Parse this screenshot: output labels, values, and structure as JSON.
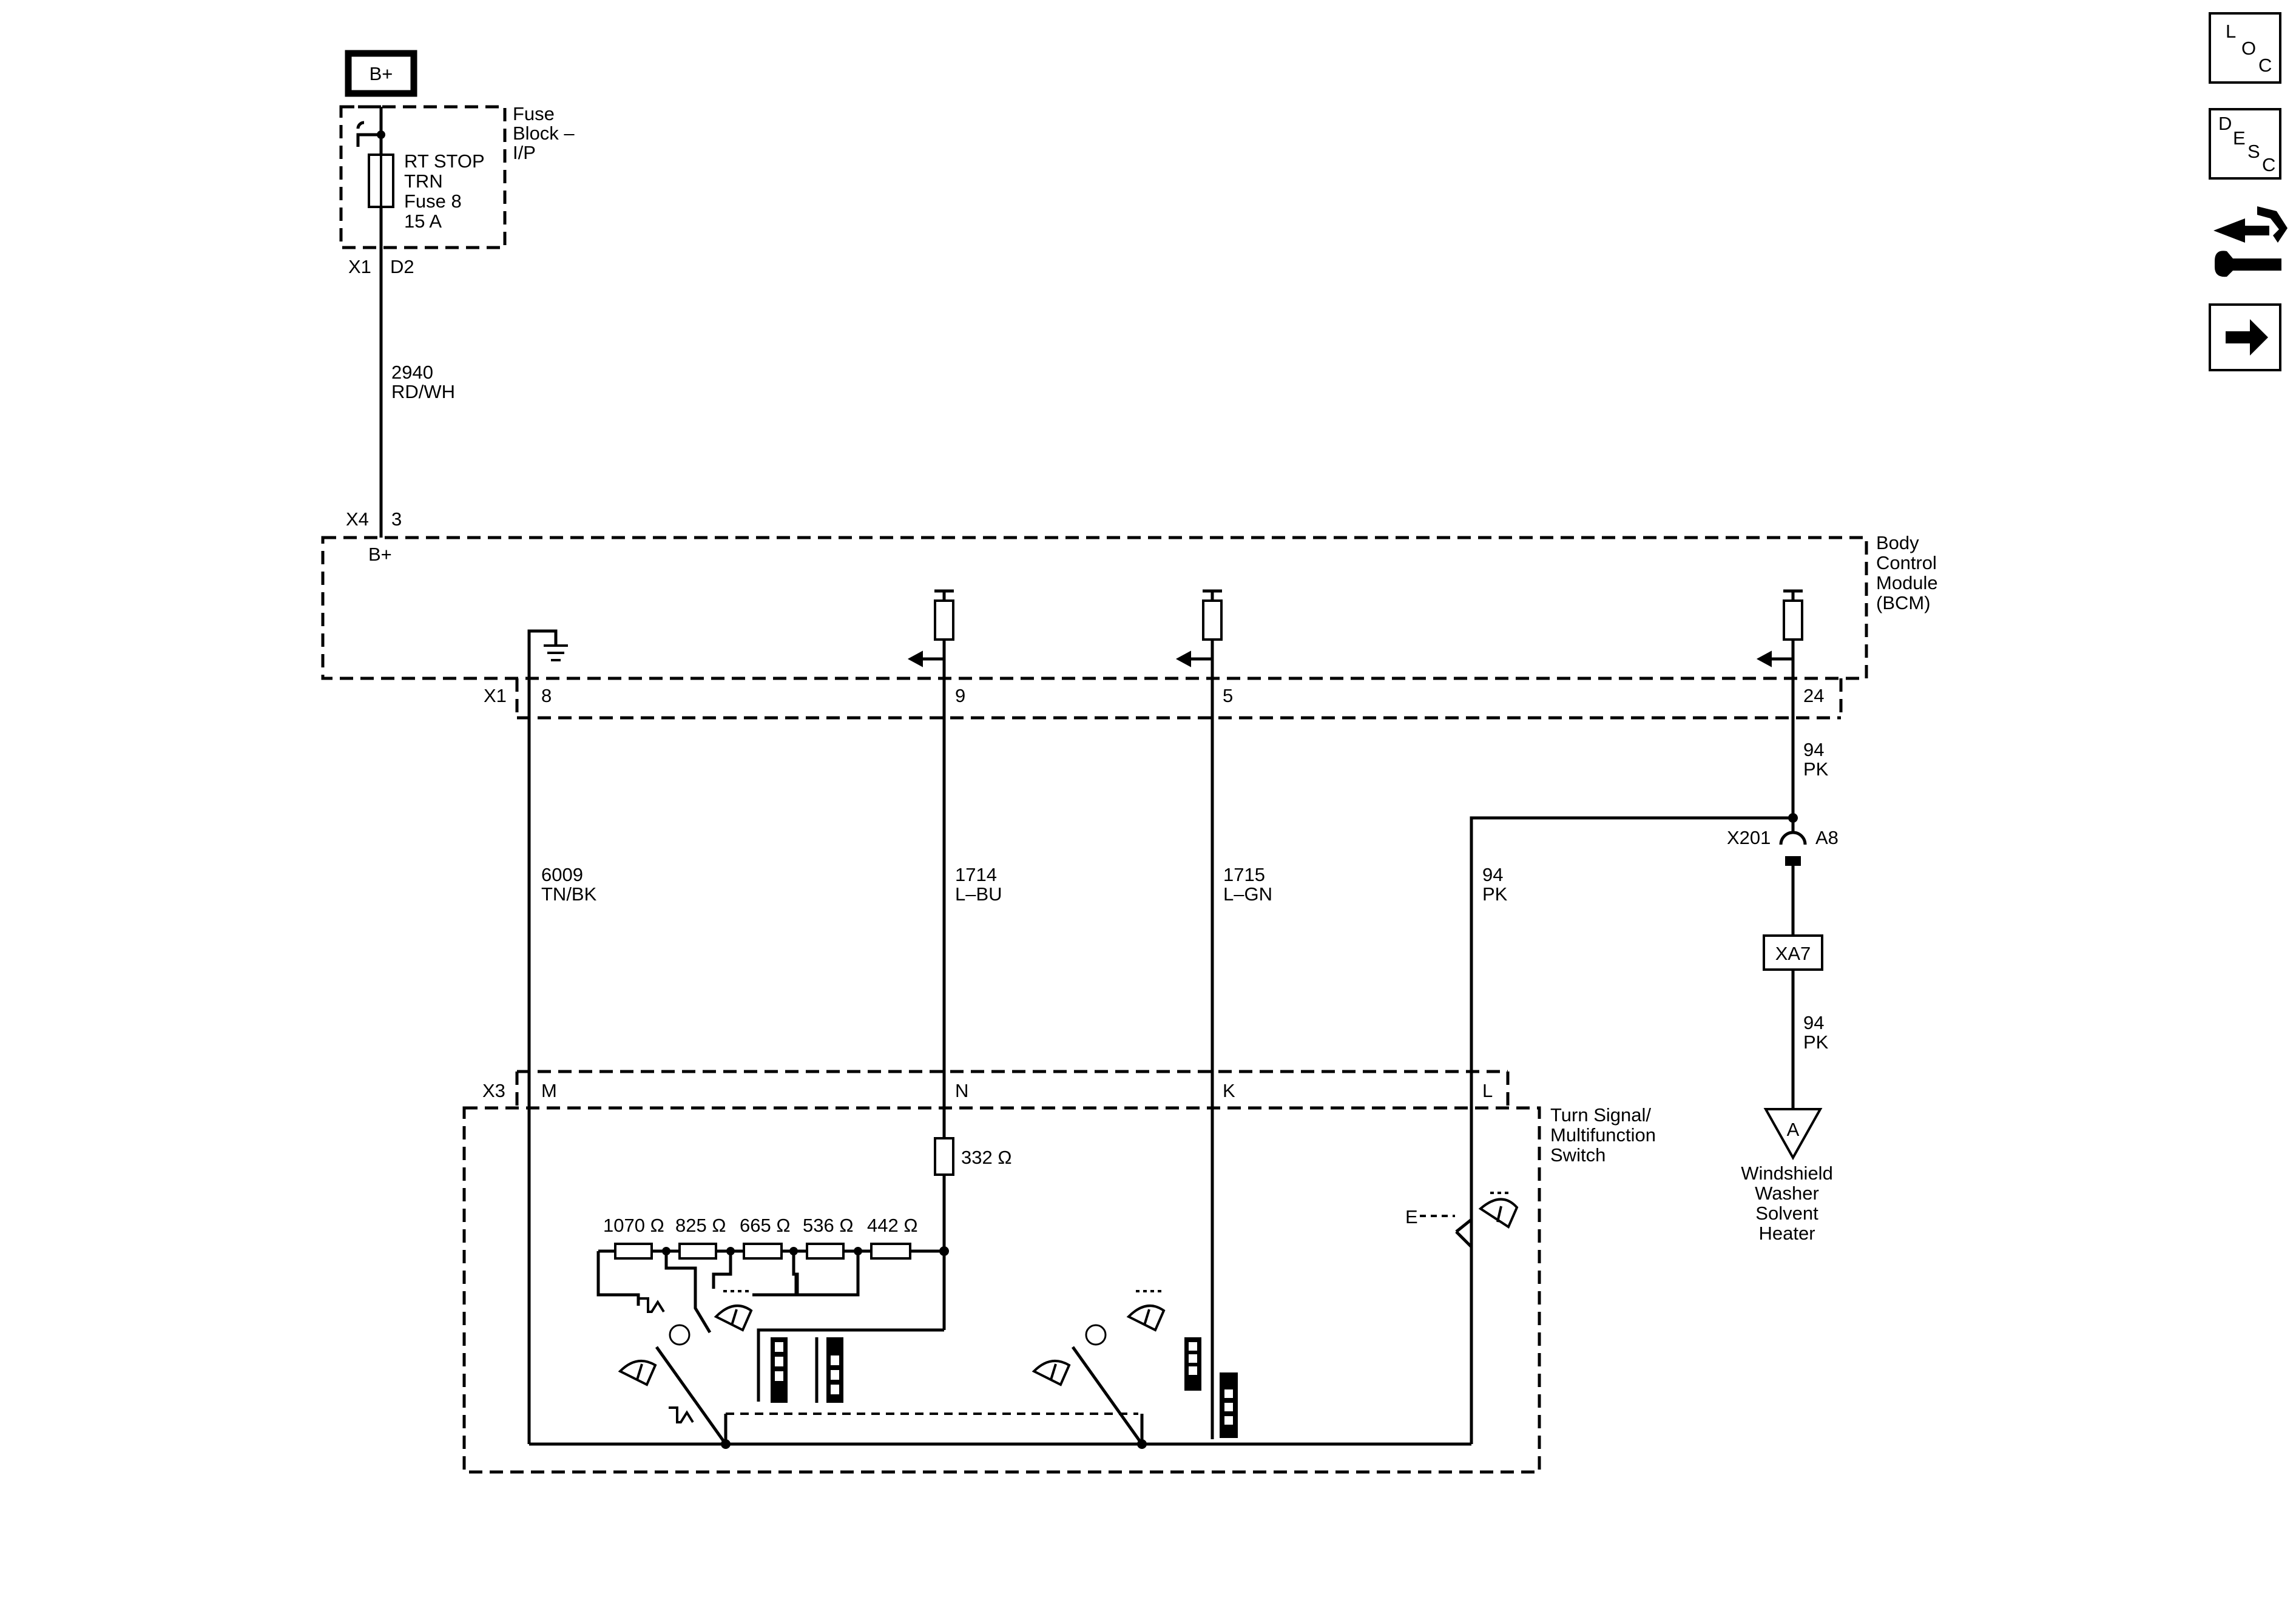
{
  "supply": {
    "label": "B+"
  },
  "fuse_block": {
    "name_lines": [
      "Fuse",
      "Block –",
      "I/P"
    ],
    "fuse_lines": [
      "RT STOP",
      "TRN",
      "Fuse 8",
      "15 A"
    ],
    "connector": "X1",
    "pin": "D2"
  },
  "wire_2940": {
    "lines": [
      "2940",
      "RD/WH"
    ]
  },
  "bcm": {
    "name_lines": [
      "Body",
      "Control",
      "Module",
      "(BCM)"
    ],
    "input_connector": "X4",
    "input_pin": "3",
    "input_label": "B+",
    "output_connector": "X1",
    "pins": {
      "ground": "8",
      "p9": "9",
      "p5": "5",
      "p24": "24"
    }
  },
  "wires": {
    "w6009": [
      "6009",
      "TN/BK"
    ],
    "w1714": [
      "1714",
      "L–BU"
    ],
    "w1715": [
      "1715",
      "L–GN"
    ],
    "w94_switch": [
      "94",
      "PK"
    ],
    "w94_upper": [
      "94",
      "PK"
    ],
    "w94_lower": [
      "94",
      "PK"
    ]
  },
  "inline_connector": {
    "name": "X201",
    "pin": "A8"
  },
  "xa7": {
    "label": "XA7"
  },
  "destination": {
    "letter": "A",
    "lines": [
      "Windshield",
      "Washer",
      "Solvent",
      "Heater"
    ]
  },
  "switch": {
    "name_lines": [
      "Turn Signal/",
      "Multifunction",
      "Switch"
    ],
    "connector": "X3",
    "pins": {
      "m": "M",
      "n": "N",
      "k": "K",
      "l": "L"
    },
    "resistor_main": "332 Ω",
    "resistors": [
      "1070 Ω",
      "825 Ω",
      "665 Ω",
      "536 Ω",
      "442 Ω"
    ],
    "washer_e_label": "E"
  },
  "side_icons": {
    "loc": {
      "letters": [
        "L",
        "O",
        "C"
      ]
    },
    "desc": {
      "letters": [
        "D",
        "E",
        "S",
        "C"
      ]
    },
    "tools": "tools-icon",
    "next": "arrow-right-icon"
  }
}
